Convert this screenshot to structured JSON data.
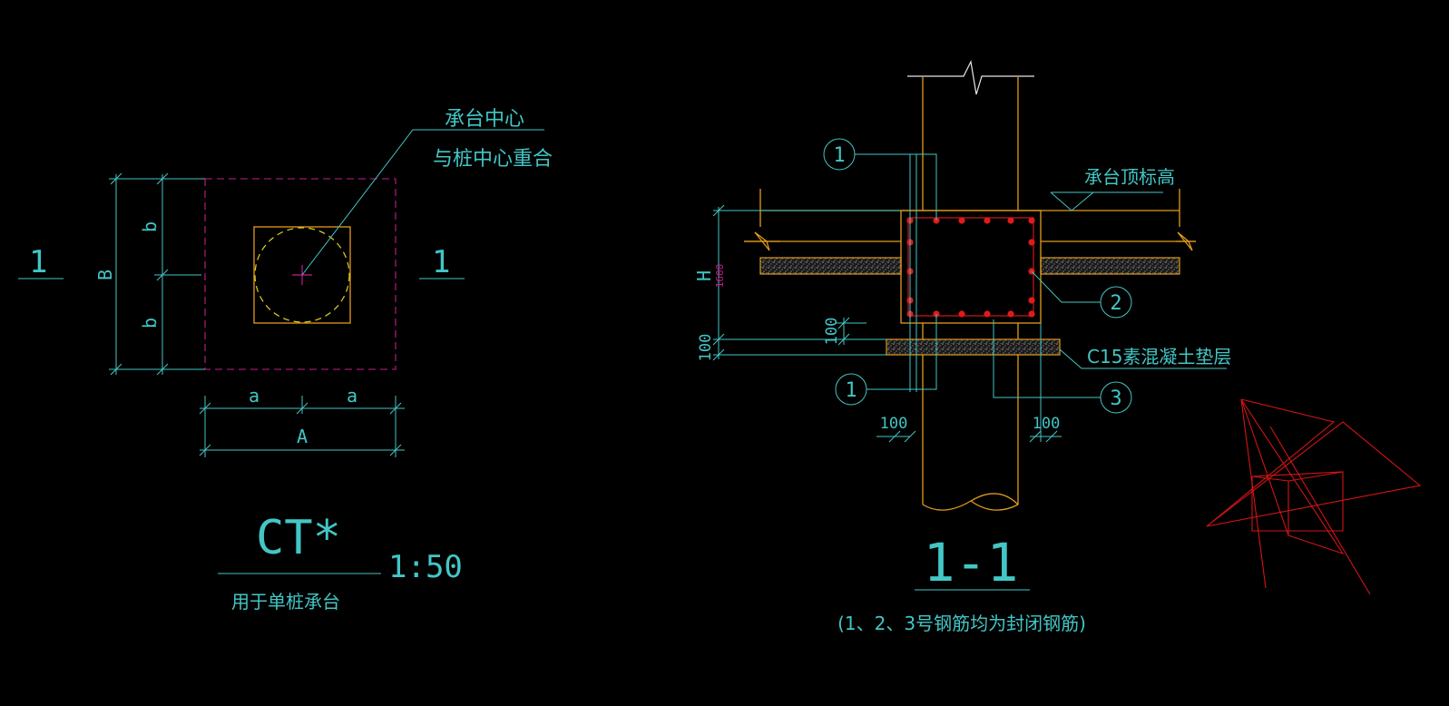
{
  "plan": {
    "section_mark_left": "1",
    "section_mark_right": "1",
    "dim_B": "B",
    "dim_b_top": "b",
    "dim_b_bottom": "b",
    "dim_a_left": "a",
    "dim_a_right": "a",
    "dim_A": "A",
    "note_line1": "承台中心",
    "note_line2": "与桩中心重合",
    "title": "CT*",
    "scale": "1:50",
    "subtitle": "用于单桩承台"
  },
  "section": {
    "bubble_1_top": "1",
    "bubble_2": "2",
    "bubble_1_bottom": "1",
    "bubble_3": "3",
    "top_elevation_label": "承台顶标高",
    "dim_H": "H",
    "dim_H_value": "1600",
    "dim_100_left": "100",
    "dim_100_mid": "100",
    "dim_100_bottom_left": "100",
    "dim_100_bottom_right": "100",
    "cushion_label": "C15素混凝土垫层",
    "title": "1-1",
    "note": "(1、2、3号钢筋均为封闭钢筋)"
  },
  "colors": {
    "background": "#000000",
    "text_cyan": "#43c6c6",
    "outline_orange": "#e39b1b",
    "dashed_magenta": "#c51d8c",
    "rebar_red": "#e11a1a",
    "ucs_red": "#d41414"
  },
  "icons": {
    "ucs": "ucs-3d-axis-icon",
    "break": "break-line-icon"
  }
}
